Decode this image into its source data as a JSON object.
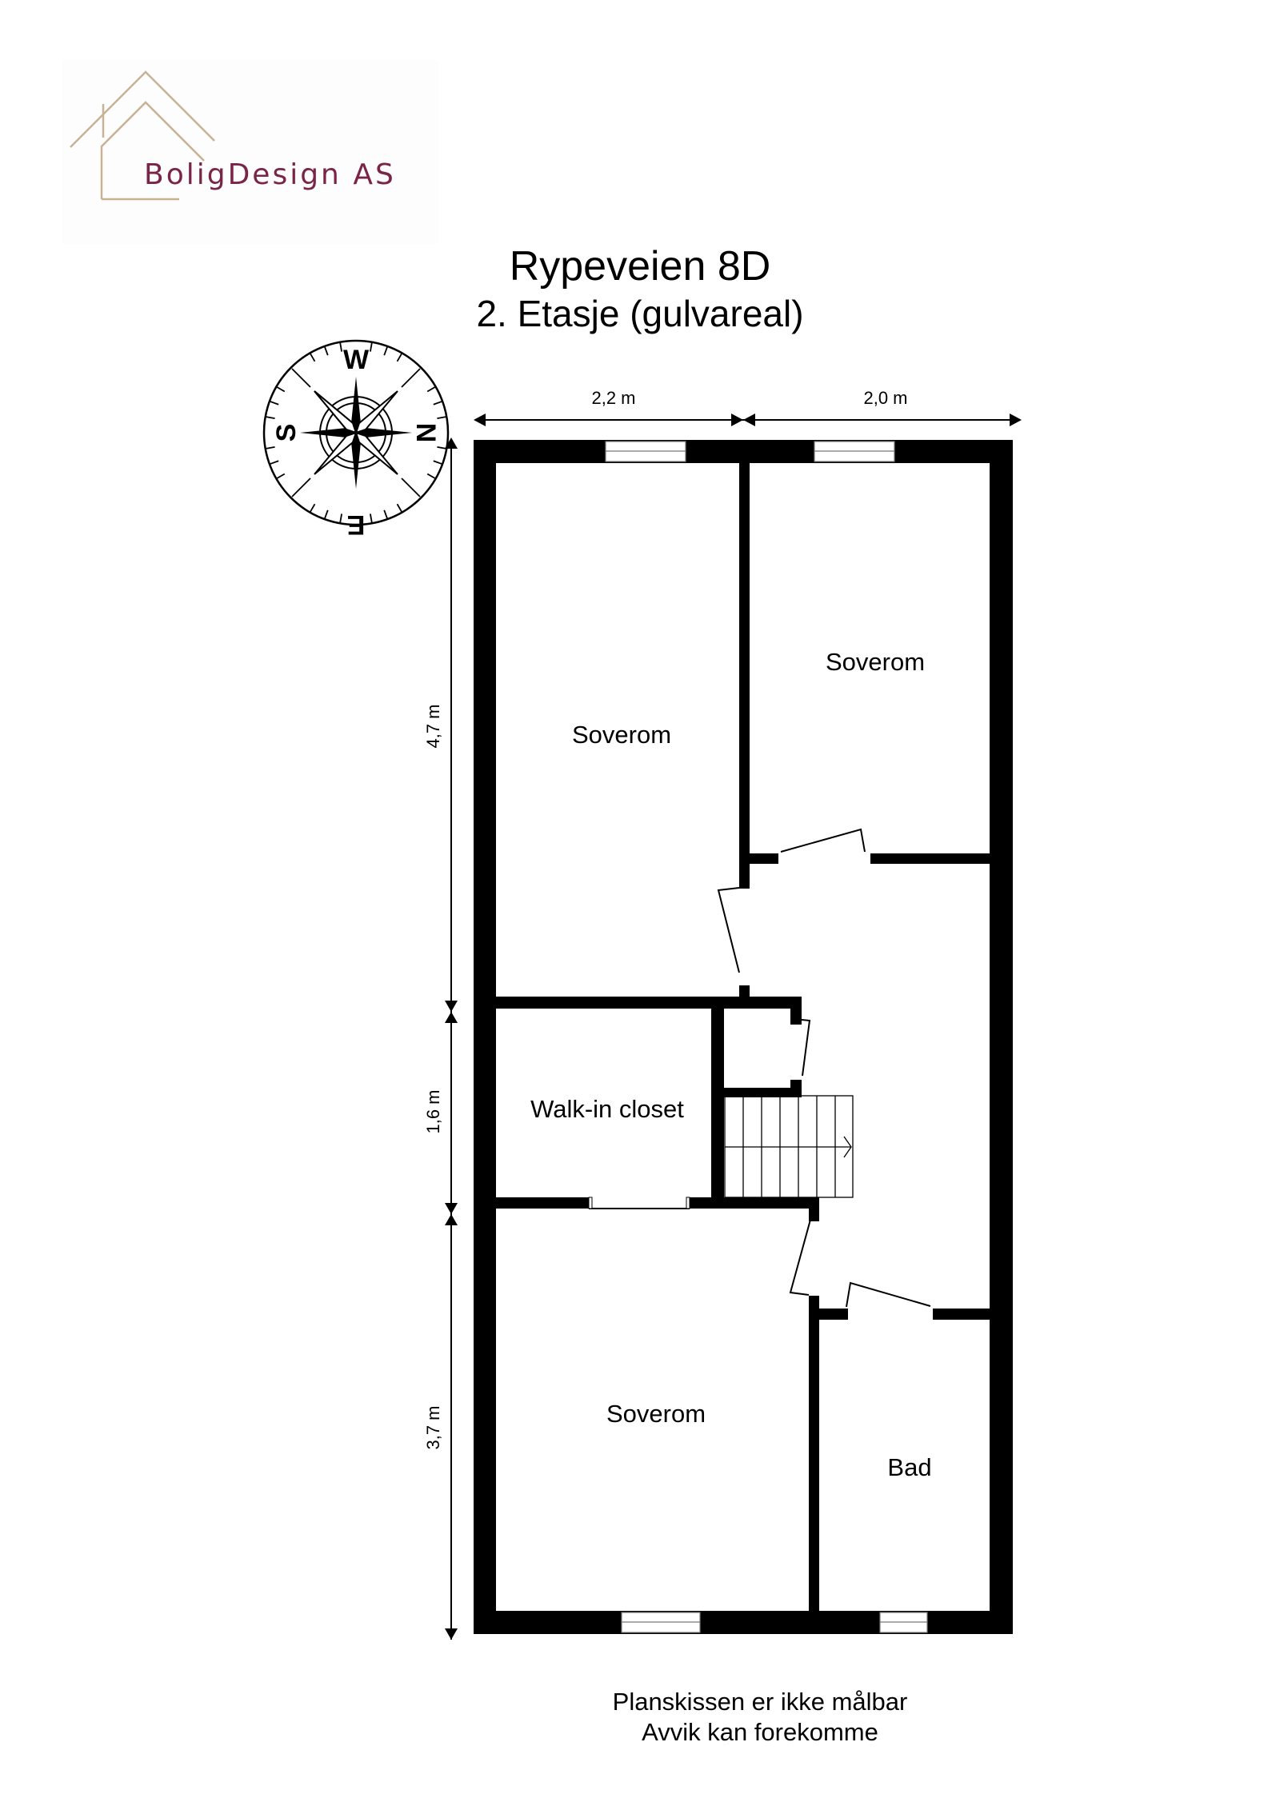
{
  "logo": {
    "company": "BoligDesign AS",
    "icon": "house-outline-icon",
    "colors": {
      "text": "#7a2448",
      "icon": "#c7b296"
    }
  },
  "header": {
    "title": "Rypeveien 8D",
    "subtitle": "2. Etasje (gulvareal)"
  },
  "compass": {
    "icon": "compass-rose-icon",
    "labels": {
      "top": "W",
      "right": "N",
      "bottom": "E",
      "left": "S"
    }
  },
  "dimensions": {
    "horizontal": [
      {
        "label": "2,2 m"
      },
      {
        "label": "2,0 m"
      }
    ],
    "vertical": [
      {
        "label": "4,7 m"
      },
      {
        "label": "1,6 m"
      },
      {
        "label": "3,7 m"
      }
    ]
  },
  "rooms": [
    {
      "name": "Soverom"
    },
    {
      "name": "Soverom"
    },
    {
      "name": "Walk-in closet"
    },
    {
      "name": "Soverom"
    },
    {
      "name": "Bad"
    }
  ],
  "footer": {
    "line1": "Planskissen er ikke målbar",
    "line2": "Avvik kan forekomme"
  }
}
